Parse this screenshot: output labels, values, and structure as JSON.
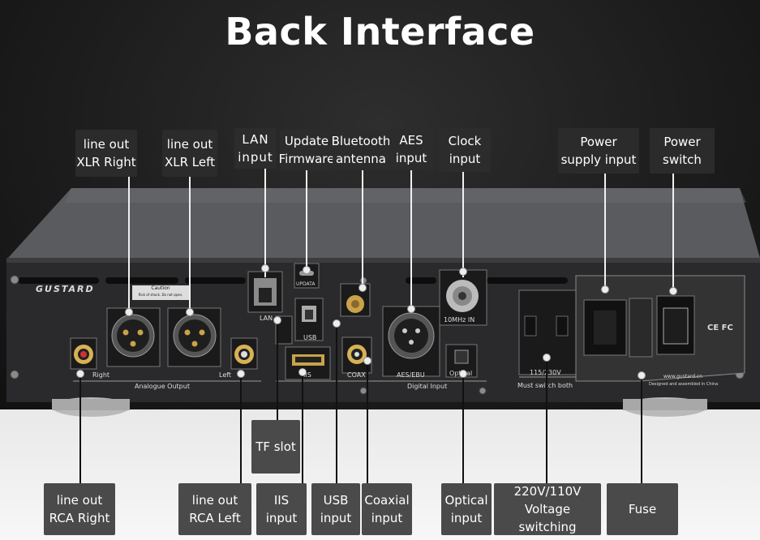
{
  "title": "Back Interface",
  "top_callouts": [
    {
      "id": "xlr-right",
      "lines": [
        "line out",
        "XLR Right"
      ]
    },
    {
      "id": "xlr-left",
      "lines": [
        "line out",
        "XLR Left"
      ]
    },
    {
      "id": "lan",
      "lines": [
        "LAN",
        "input"
      ]
    },
    {
      "id": "firmware",
      "lines": [
        "Update",
        "Firmware"
      ]
    },
    {
      "id": "bluetooth",
      "lines": [
        "Bluetooth",
        "antenna"
      ]
    },
    {
      "id": "aes",
      "lines": [
        "AES",
        "input"
      ]
    },
    {
      "id": "clock",
      "lines": [
        "Clock",
        "input"
      ]
    },
    {
      "id": "power-input",
      "lines": [
        "Power",
        "supply input"
      ]
    },
    {
      "id": "power-switch",
      "lines": [
        "Power",
        "switch"
      ]
    }
  ],
  "bottom_callouts": [
    {
      "id": "tf",
      "lines": [
        "TF slot"
      ]
    },
    {
      "id": "rca-right",
      "lines": [
        "line out",
        "RCA Right"
      ]
    },
    {
      "id": "rca-left",
      "lines": [
        "line out",
        "RCA Left"
      ]
    },
    {
      "id": "iis",
      "lines": [
        "IIS",
        "input"
      ]
    },
    {
      "id": "usb",
      "lines": [
        "USB",
        "input"
      ]
    },
    {
      "id": "coaxial",
      "lines": [
        "Coaxial",
        "input"
      ]
    },
    {
      "id": "optical",
      "lines": [
        "Optical",
        "input"
      ]
    },
    {
      "id": "voltage",
      "lines": [
        "220V/110V",
        "Voltage switching"
      ]
    },
    {
      "id": "fuse",
      "lines": [
        "Fuse"
      ]
    }
  ],
  "panel_labels": {
    "brand": "GUSTARD",
    "caution_title": "Caution",
    "caution_text": "Risk of shock. Do not open.",
    "right": "Right",
    "left": "Left",
    "analogue_output": "Analogue Output",
    "lan": "LAN",
    "updata": "UPDATA",
    "usb": "USB",
    "iis": "IIS",
    "coax": "COAX",
    "aes_ebu": "AES/EBU",
    "optical": "Optical",
    "clock": "10MHz IN",
    "digital_input": "Digital Input",
    "voltage": "115/230V",
    "must_switch": "Must switch both",
    "website": "www.gustard.cn",
    "designed": "Designed and assembled in China",
    "certs": "CE FC"
  }
}
